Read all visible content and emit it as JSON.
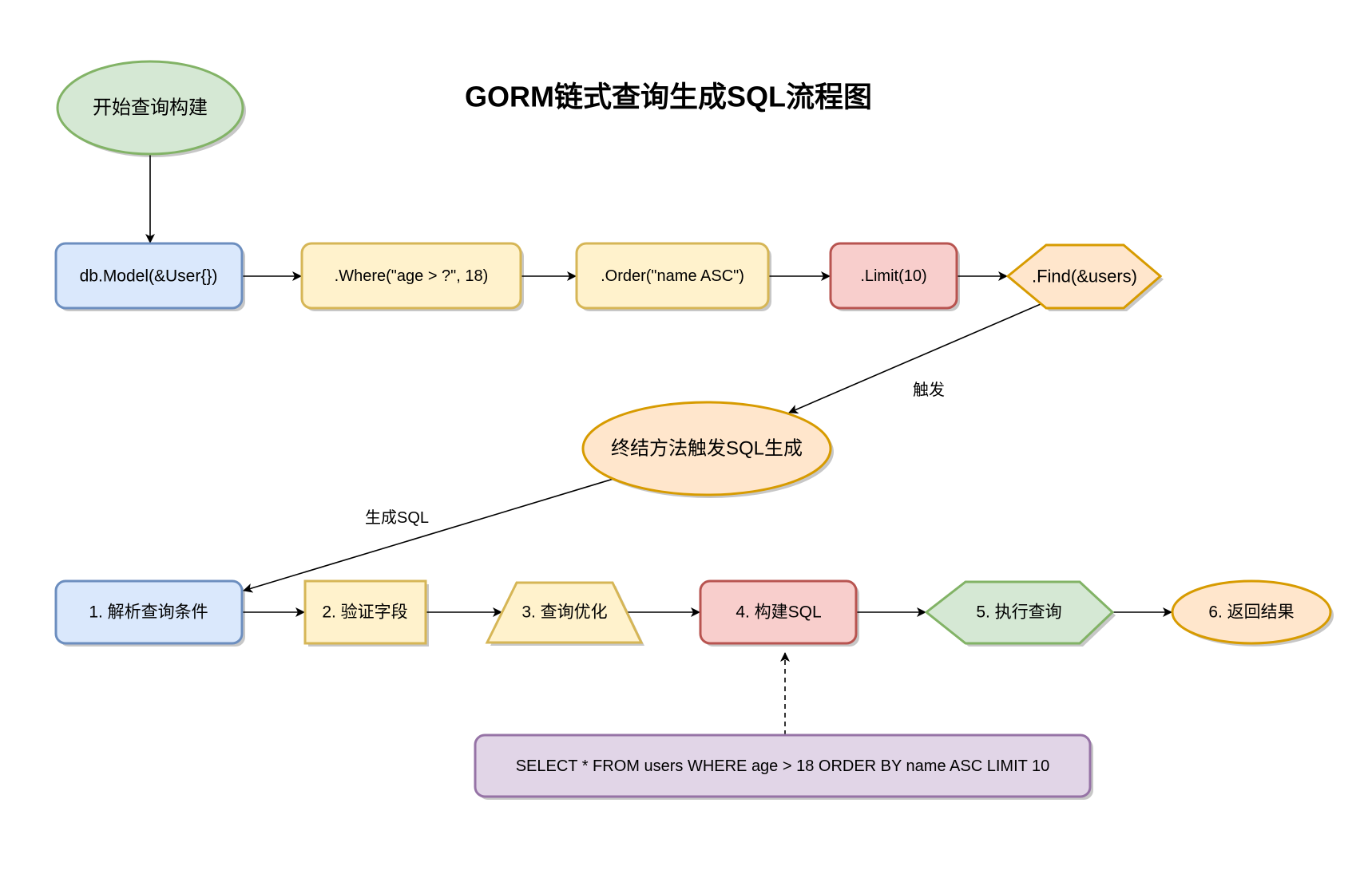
{
  "title": "GORM链式查询生成SQL流程图",
  "colors": {
    "blue": {
      "fill": "#dae8fc",
      "stroke": "#6c8ebf"
    },
    "yellow": {
      "fill": "#fff2cc",
      "stroke": "#d6b656"
    },
    "red": {
      "fill": "#f8cecc",
      "stroke": "#b85450"
    },
    "orange": {
      "fill": "#ffe6cc",
      "stroke": "#d79b00"
    },
    "green": {
      "fill": "#d5e8d4",
      "stroke": "#82b366"
    },
    "purple": {
      "fill": "#e1d5e7",
      "stroke": "#9673a6"
    },
    "edge": "#000000"
  },
  "nodes": {
    "start": {
      "label": "开始查询构建",
      "shape": "ellipse",
      "color": "green"
    },
    "model": {
      "label": "db.Model(&User{})",
      "shape": "rounded-rect",
      "color": "blue"
    },
    "where": {
      "label": ".Where(\"age > ?\", 18)",
      "shape": "rounded-rect",
      "color": "yellow"
    },
    "order": {
      "label": ".Order(\"name ASC\")",
      "shape": "rounded-rect",
      "color": "yellow"
    },
    "limit": {
      "label": ".Limit(10)",
      "shape": "rounded-rect",
      "color": "red"
    },
    "find": {
      "label": ".Find(&users)",
      "shape": "hexagon",
      "color": "orange"
    },
    "terminal": {
      "label": "终结方法触发SQL生成",
      "shape": "ellipse",
      "color": "orange"
    },
    "step1": {
      "label": "1. 解析查询条件",
      "shape": "rounded-rect",
      "color": "blue"
    },
    "step2": {
      "label": "2. 验证字段",
      "shape": "rect",
      "color": "yellow"
    },
    "step3": {
      "label": "3. 查询优化",
      "shape": "trapezoid",
      "color": "yellow"
    },
    "step4": {
      "label": "4. 构建SQL",
      "shape": "rounded-rect",
      "color": "red"
    },
    "step5": {
      "label": "5. 执行查询",
      "shape": "hexagon",
      "color": "green"
    },
    "step6": {
      "label": "6. 返回结果",
      "shape": "ellipse",
      "color": "orange"
    },
    "sql": {
      "label": "SELECT * FROM users WHERE age > 18 ORDER BY name ASC LIMIT 10",
      "shape": "rounded-rect",
      "color": "purple"
    }
  },
  "edges": [
    {
      "from": "start",
      "to": "model",
      "label": "",
      "style": "solid"
    },
    {
      "from": "model",
      "to": "where",
      "label": "",
      "style": "solid"
    },
    {
      "from": "where",
      "to": "order",
      "label": "",
      "style": "solid"
    },
    {
      "from": "order",
      "to": "limit",
      "label": "",
      "style": "solid"
    },
    {
      "from": "limit",
      "to": "find",
      "label": "",
      "style": "solid"
    },
    {
      "from": "find",
      "to": "terminal",
      "label": "触发",
      "style": "solid"
    },
    {
      "from": "terminal",
      "to": "step1",
      "label": "生成SQL",
      "style": "solid"
    },
    {
      "from": "step1",
      "to": "step2",
      "label": "",
      "style": "solid"
    },
    {
      "from": "step2",
      "to": "step3",
      "label": "",
      "style": "solid"
    },
    {
      "from": "step3",
      "to": "step4",
      "label": "",
      "style": "solid"
    },
    {
      "from": "step4",
      "to": "step5",
      "label": "",
      "style": "solid"
    },
    {
      "from": "step5",
      "to": "step6",
      "label": "",
      "style": "solid"
    },
    {
      "from": "sql",
      "to": "step4",
      "label": "",
      "style": "dashed"
    }
  ]
}
